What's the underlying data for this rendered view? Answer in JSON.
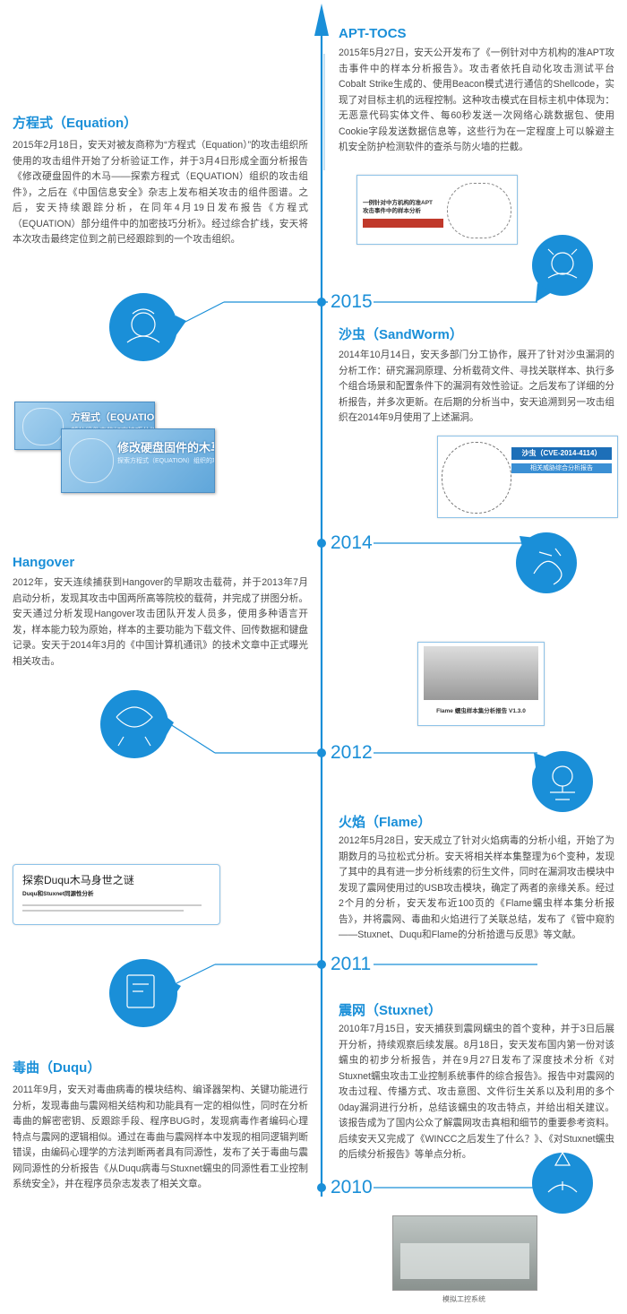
{
  "timeline": {
    "years": [
      "2015",
      "2014",
      "2012",
      "2011",
      "2010"
    ],
    "accent_color": "#1a8fd8"
  },
  "entries": {
    "apt_tocs": {
      "title": "APT-TOCS",
      "body": "2015年5月27日，安天公开发布了《一例针对中方机构的准APT攻击事件中的样本分析报告》。攻击者依托自动化攻击测试平台Cobalt Strike生成的、使用Beacon模式进行通信的Shellcode，实现了对目标主机的远程控制。这种攻击模式在目标主机中体现为：无恶意代码实体文件、每60秒发送一次网络心跳数据包、使用Cookie字段发送数据信息等，这些行为在一定程度上可以躲避主机安全防护检测软件的查杀与防火墙的拦截。",
      "image_text": "一例针对中方机构的准APT攻击事件中的样本分析"
    },
    "equation": {
      "title": "方程式（Equation）",
      "body": "2015年2月18日，安天对被友商称为“方程式（Equation）”的攻击组织所使用的攻击组件开始了分析验证工作，并于3月4日形成全面分析报告《修改硬盘固件的木马——探索方程式（EQUATION）组织的攻击组件》，之后在《中国信息安全》杂志上发布相关攻击的组件图谱。之后，安天持续跟踪分析，在同年4月19日发布报告《方程式（EQUATION）部分组件中的加密技巧分析》。经过综合扩线，安天将本次攻击最终定位到之前已经跟踪到的一个攻击组织。",
      "card1_title": "方程式（EQUATION）",
      "card1_sub": "部分组件中的加密技巧分析",
      "card2_title": "修改硬盘固件的木马",
      "card2_sub": "探索方程式（EQUATION）组织的攻击组件"
    },
    "sandworm": {
      "title": "沙虫（SandWorm）",
      "body": "2014年10月14日，安天多部门分工协作，展开了针对沙虫漏洞的分析工作：研究漏洞原理、分析载荷文件、寻找关联样本、执行多个组合场景和配置条件下的漏洞有效性验证。之后发布了详细的分析报告，并多次更新。在后期的分析当中，安天追溯到另一攻击组织在2014年9月使用了上述漏洞。",
      "image_title": "沙虫（CVE-2014-4114）",
      "image_sub": "相关威胁综合分析报告"
    },
    "hangover": {
      "title": "Hangover",
      "body": "2012年，安天连续捕获到Hangover的早期攻击载荷，并于2013年7月启动分析，发现其攻击中国两所高等院校的载荷，并完成了拼图分析。安天通过分析发现Hangover攻击团队开发人员多，使用多种语言开发，样本能力较为原始，样本的主要功能为下载文件、回传数据和键盘记录。安天于2014年3月的《中国计算机通讯》的技术文章中正式曝光相关攻击。"
    },
    "flame": {
      "title": "火焰（Flame）",
      "body": "2012年5月28日，安天成立了针对火焰病毒的分析小组，开始了为期数月的马拉松式分析。安天将相关样本集整理为6个变种，发现了其中的具有进一步分析线索的衍生文件，同时在漏洞攻击模块中发现了震网使用过的USB攻击模块，确定了两者的亲缘关系。经过2个月的分析，安天发布近100页的《Flame蠕虫样本集分析报告》，并将震网、毒曲和火焰进行了关联总结，发布了《管中窥豹——Stuxnet、Duqu和Flame的分析拾遗与反思》等文献。",
      "image_caption": "Flame 蠕虫样本集分析报告 V1.3.0"
    },
    "duqu": {
      "title": "毒曲（Duqu）",
      "body": "2011年9月，安天对毒曲病毒的模块结构、编译器架构、关键功能进行分析，发现毒曲与震网相关结构和功能具有一定的相似性，同时在分析毒曲的解密密钥、反跟踪手段、程序BUG时，发现病毒作者编码心理特点与震网的逻辑相似。通过在毒曲与震网样本中发现的相同逻辑判断错误，由编码心理学的方法判断两者具有同源性，发布了关于毒曲与震网同源性的分析报告《从Duqu病毒与Stuxnet蠕虫的同源性看工业控制系统安全》，并在程序员杂志发表了相关文章。",
      "card_title": "探索Duqu木马身世之谜",
      "card_sub": "Duqu和Stuxnet同源性分析"
    },
    "stuxnet": {
      "title": "震网（Stuxnet）",
      "body": "2010年7月15日，安天捕获到震网蠕虫的首个变种，并于3日后展开分析，持续观察后续发展。8月18日，安天发布国内第一份对该蠕虫的初步分析报告，并在9月27日发布了深度技术分析《对Stuxnet蠕虫攻击工业控制系统事件的综合报告》。报告中对震网的攻击过程、传播方式、攻击意图、文件衍生关系以及利用的多个0day漏洞进行分析，总结该蠕虫的攻击特点，并给出相关建议。该报告成为了国内公众了解震网攻击真相和细节的重要参考资料。后续安天又完成了《WINCC之后发生了什么？》、《对Stuxnet蠕虫的后续分析报告》等单点分析。",
      "photo_caption": "模拟工控系统"
    }
  }
}
